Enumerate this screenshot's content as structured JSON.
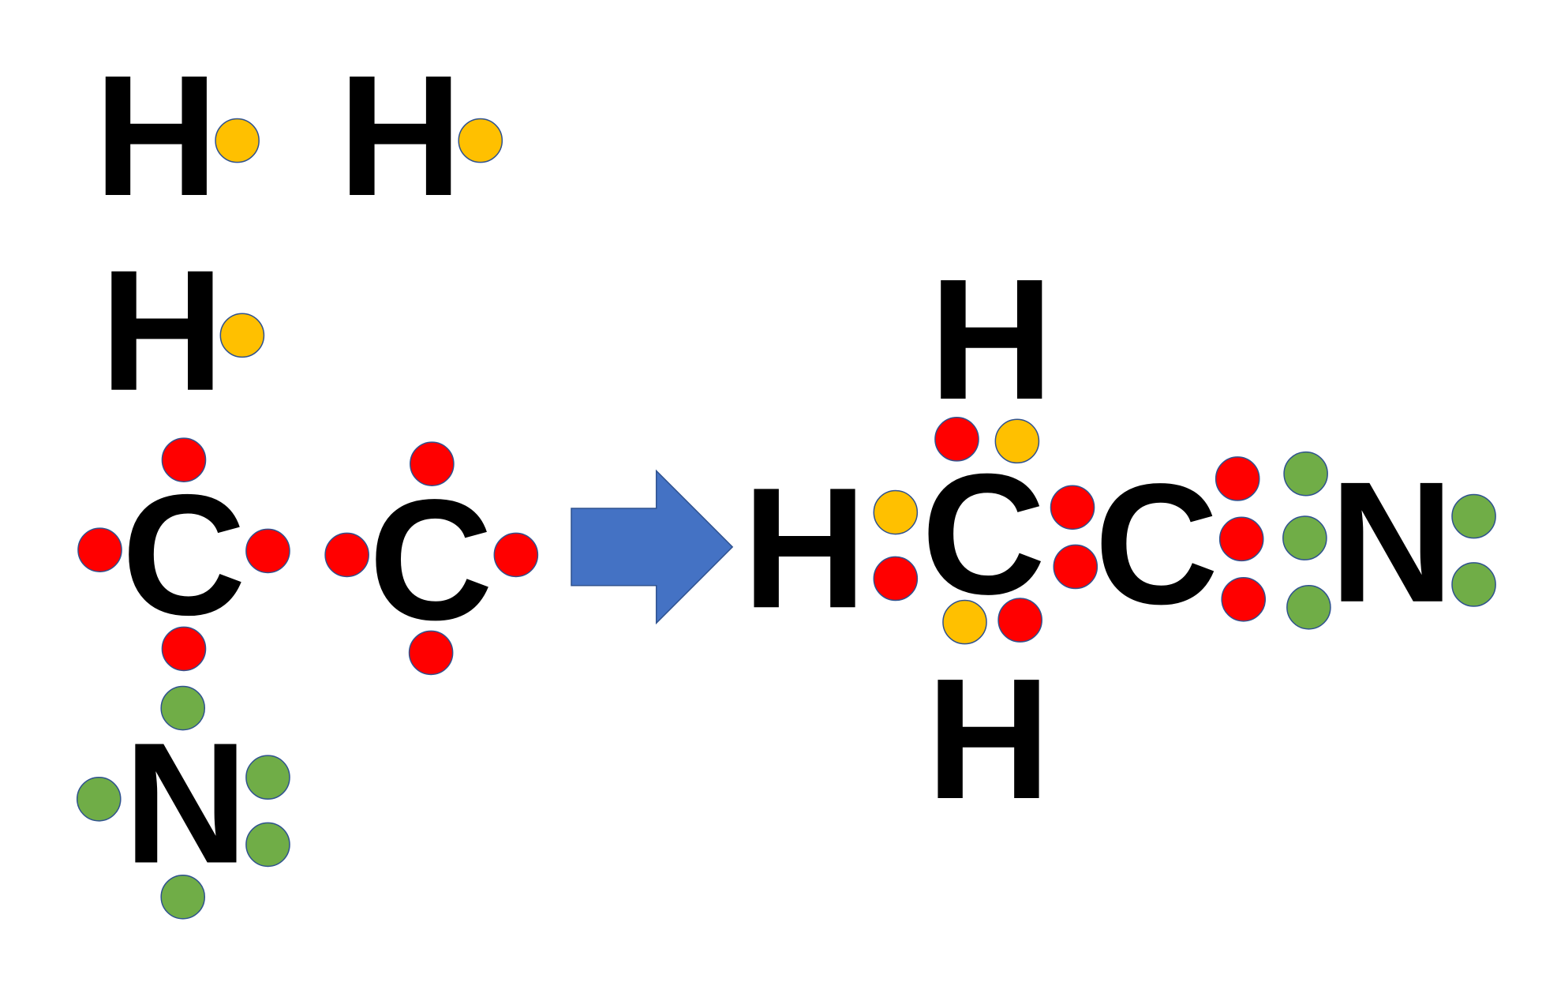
{
  "reactants": {
    "atoms": [
      "H",
      "H",
      "H",
      "C",
      "C",
      "N"
    ]
  },
  "product": {
    "atoms": [
      "H",
      "H",
      "C",
      "C",
      "N",
      "H"
    ]
  },
  "arrow": {
    "icon": "right-arrow-icon",
    "color": "#4472C4"
  },
  "electron_colors": {
    "hydrogen": "#FFC000",
    "carbon": "#FF0000",
    "nitrogen": "#70AD47",
    "outline": "#2F528F"
  }
}
